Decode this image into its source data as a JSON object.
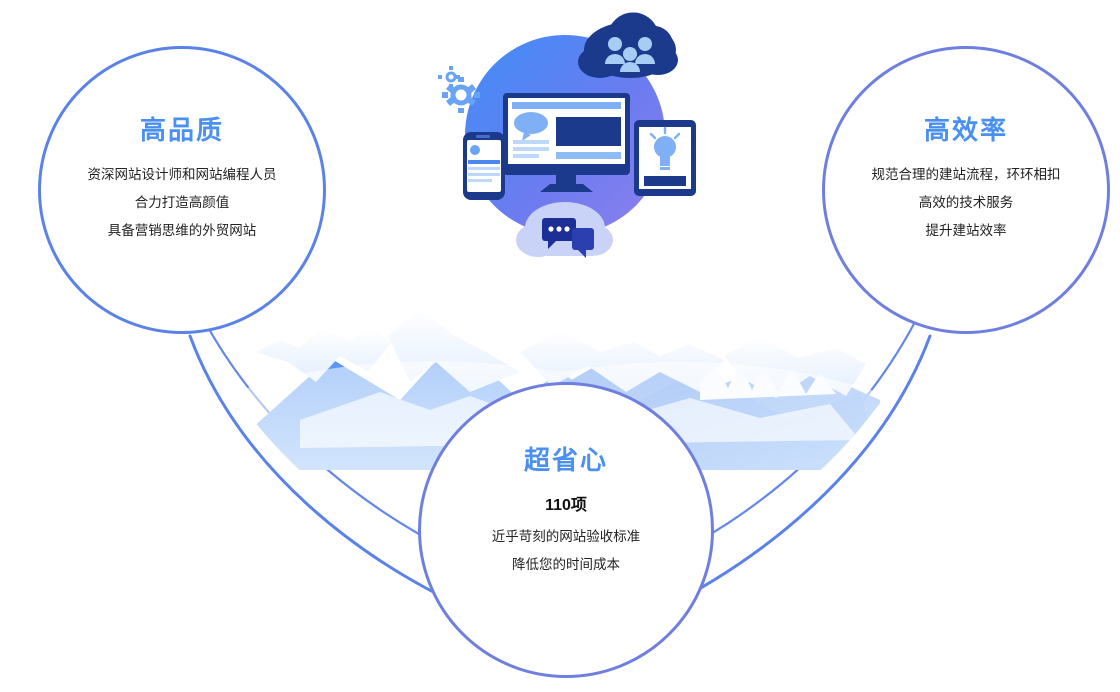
{
  "meta": {
    "accent_blue": "#4a90f2",
    "circle_border_blue": "#5b82e8",
    "circle_border_violet": "#6f7fe0",
    "text_dark": "#222222",
    "mountain_blue": "#5b9cf5",
    "cloud_navy": "#1b3a8c"
  },
  "cards": {
    "quality": {
      "title": "高品质",
      "lines": [
        "资深网站设计师和网站编程人员",
        "合力打造高颜值",
        "具备营销思维的外贸网站"
      ]
    },
    "efficiency": {
      "title": "高效率",
      "lines": [
        "规范合理的建站流程，环环相扣",
        "高效的技术服务",
        "提升建站效率"
      ]
    },
    "worryfree": {
      "title": "超省心",
      "highlight": "110项",
      "lines": [
        "近乎苛刻的网站验收标准",
        "降低您的时间成本"
      ]
    }
  },
  "illustration": {
    "name": "multi-device-cloud-illustration",
    "elements": [
      "gears-icon",
      "cloud-people-icon",
      "desktop-monitor-icon",
      "smartphone-icon",
      "tablet-lightbulb-icon",
      "cloud-chat-icon"
    ]
  },
  "decoration": {
    "mountains": "snow-capped-mountain-range",
    "arcs": "connecting-arc-curves"
  }
}
